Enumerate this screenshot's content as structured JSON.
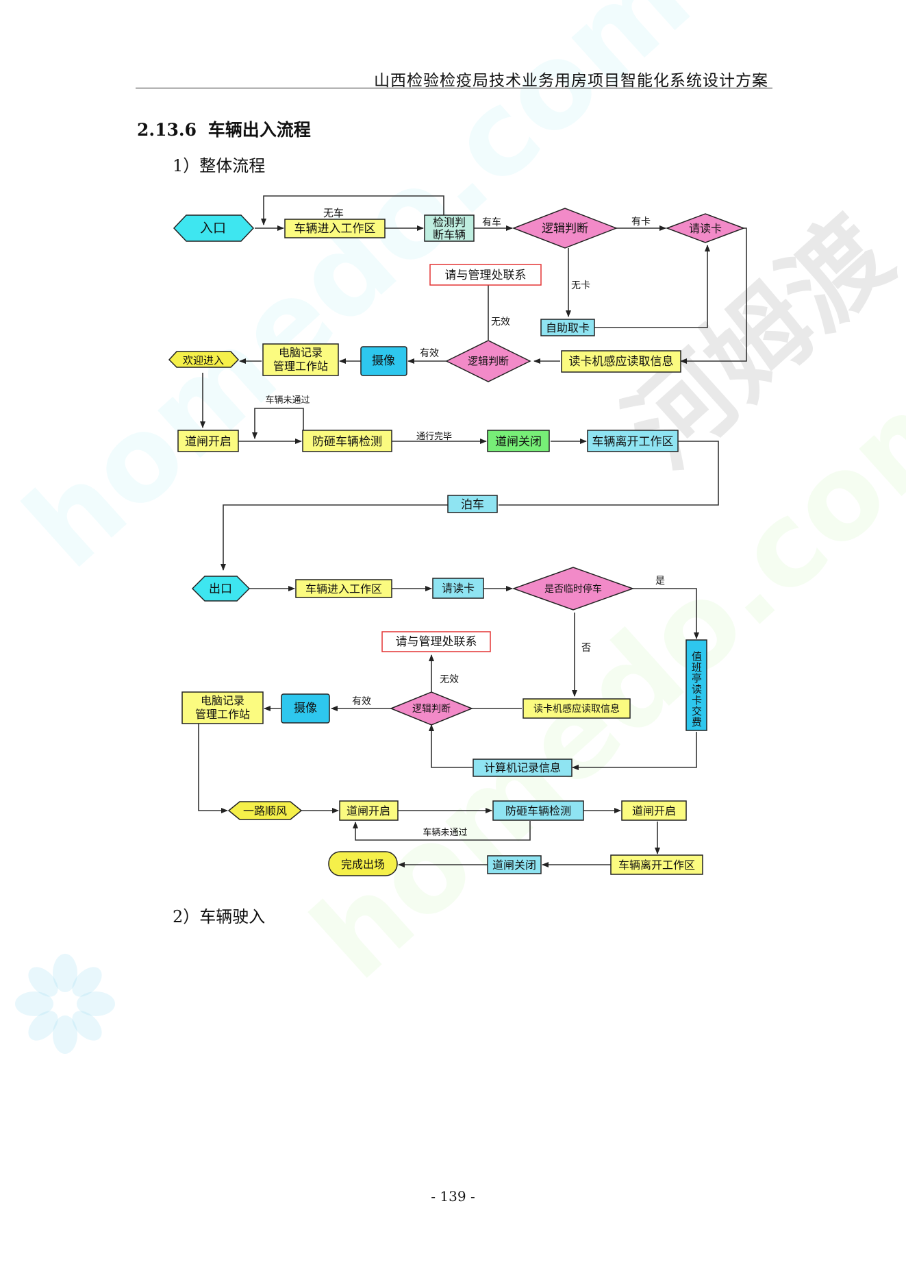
{
  "header": {
    "title": "山西检验检疫局技术业务用房项目智能化系统设计方案"
  },
  "section": {
    "number": "2.13.6",
    "title": "车辆出入流程"
  },
  "subsections": {
    "overall": "1）整体流程",
    "vehicle_in": "2）车辆驶入"
  },
  "flowchart": {
    "entry": "入口",
    "enter_zone": "车辆进入工作区",
    "detect_line1": "检测判",
    "detect_line2": "断车辆",
    "logic_judge": "逻辑判断",
    "read_card": "请读卡",
    "contact_mgmt": "请与管理处联系",
    "self_card": "自助取卡",
    "camera": "摄像",
    "logic_check": "逻辑判断",
    "reader_read": "读卡机感应读取信息",
    "pc_line1": "电脑记录",
    "pc_line2": "管理工作站",
    "welcome": "欢迎进入",
    "gate_open": "道闸开启",
    "anti_smash": "防砸车辆检测",
    "gate_close": "道闸关闭",
    "vehicle_leave": "车辆离开工作区",
    "park": "泊车",
    "exit": "出口",
    "exit_enter_zone": "车辆进入工作区",
    "exit_read_card": "请读卡",
    "temp_park": "是否临时停车",
    "exit_contact": "请与管理处联系",
    "exit_reader": "读卡机感应读取信息",
    "exit_logic": "逻辑判断",
    "exit_camera": "摄像",
    "exit_pc_line1": "电脑记录",
    "exit_pc_line2": "管理工作站",
    "fee": "值班亭读卡交费",
    "computer_record": "计算机记录信息",
    "bon_voyage": "一路顺风",
    "exit_gate_open1": "道闸开启",
    "exit_anti_smash": "防砸车辆检测",
    "exit_gate_open2": "道闸开启",
    "exit_leave": "车辆离开工作区",
    "exit_gate_close": "道闸关闭",
    "done": "完成出场",
    "label_no_car": "无车",
    "label_has_car": "有车",
    "label_has_card": "有卡",
    "label_no_card": "无卡",
    "label_invalid": "无效",
    "label_valid": "有效",
    "label_not_passed": "车辆未通过",
    "label_passed": "通行完毕",
    "label_yes": "是",
    "label_no": "否",
    "label_exit_invalid": "无效",
    "label_exit_valid": "有效",
    "label_exit_not_passed": "车辆未通过"
  },
  "watermarks": {
    "brand": "homedo.com",
    "cn": "河姆渡"
  },
  "footer": {
    "page": "- 139 -"
  },
  "colors": {
    "cyan": "#3ee6f0",
    "yellow": "#fbfb80",
    "green": "#77ee77",
    "light_blue": "#8fe4f2",
    "pink": "#f28ac8",
    "blue_box": "#2ec7ee",
    "gold": "#f5f04a",
    "red_outline": "#e33333"
  }
}
